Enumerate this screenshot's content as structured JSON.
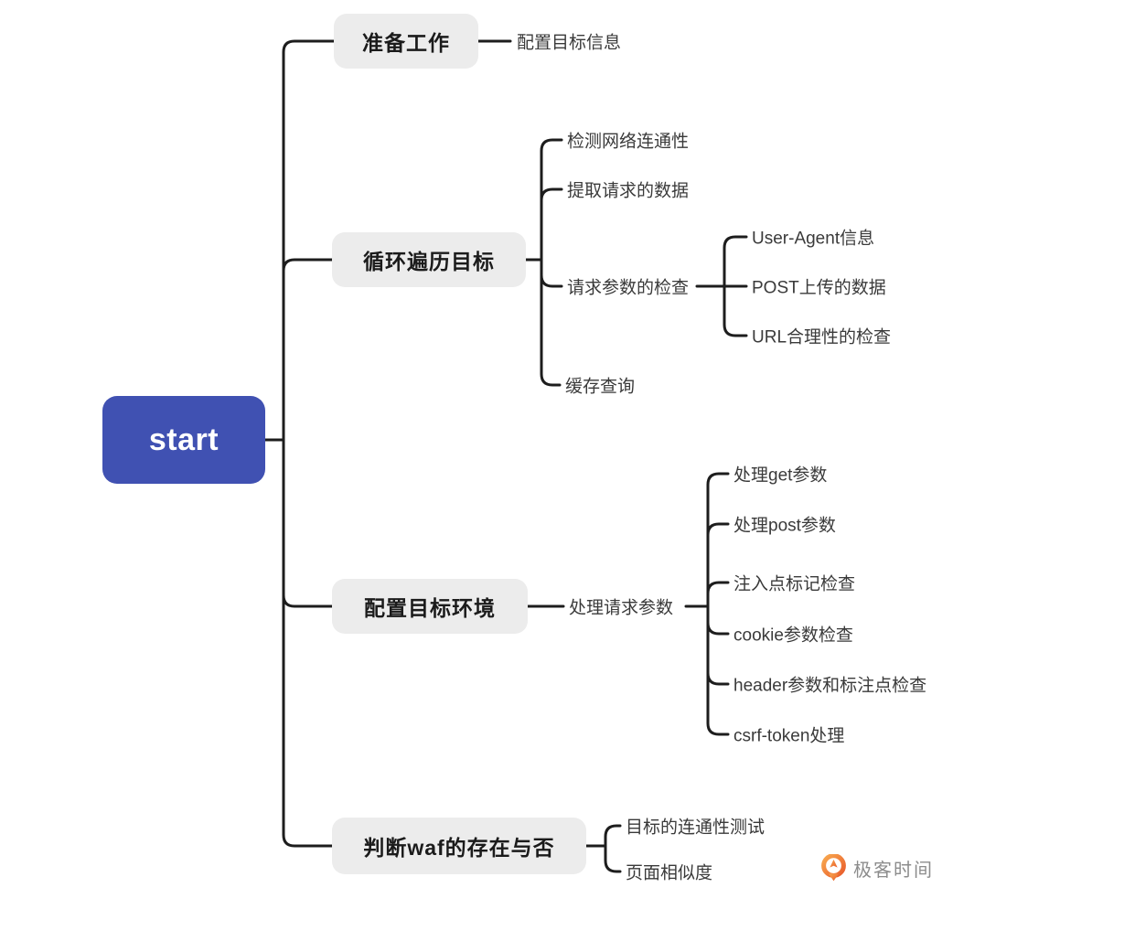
{
  "mindmap": {
    "root": {
      "label": "start"
    },
    "branches": [
      {
        "label": "准备工作",
        "children": [
          {
            "label": "配置目标信息"
          }
        ]
      },
      {
        "label": "循环遍历目标",
        "children": [
          {
            "label": "检测网络连通性"
          },
          {
            "label": "提取请求的数据"
          },
          {
            "label": "请求参数的检查",
            "children": [
              {
                "label": "User-Agent信息"
              },
              {
                "label": "POST上传的数据"
              },
              {
                "label": "URL合理性的检查"
              }
            ]
          },
          {
            "label": "缓存查询"
          }
        ]
      },
      {
        "label": "配置目标环境",
        "children": [
          {
            "label": "处理请求参数",
            "children": [
              {
                "label": "处理get参数"
              },
              {
                "label": "处理post参数"
              },
              {
                "label": "注入点标记检查"
              },
              {
                "label": "cookie参数检查"
              },
              {
                "label": "header参数和标注点检查"
              },
              {
                "label": "csrf-token处理"
              }
            ]
          }
        ]
      },
      {
        "label": "判断waf的存在与否",
        "children": [
          {
            "label": "目标的连通性测试"
          },
          {
            "label": "页面相似度"
          }
        ]
      }
    ]
  },
  "logo": {
    "label": "极客时间",
    "icon": "geektime-pin-icon"
  },
  "colors": {
    "root_bg": "#4051b2",
    "root_text": "#ffffff",
    "topic_bg": "#ececec",
    "topic_text": "#1b1b1b",
    "leaf_text": "#3a3a3a",
    "line": "#1d1d1d",
    "logo_orange_light": "#f8a94f",
    "logo_orange_dark": "#e95b2b",
    "logo_text": "#8c8c8c"
  }
}
